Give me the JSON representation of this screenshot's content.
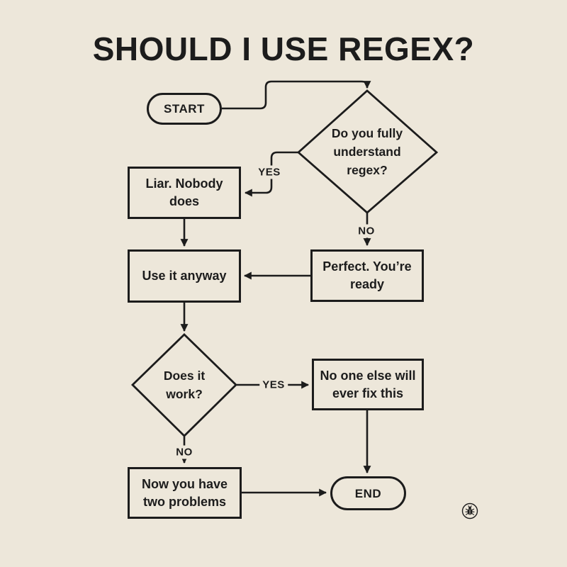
{
  "colors": {
    "background": "#EDE7DA",
    "ink": "#1C1C1C"
  },
  "title": "SHOULD I USE REGEX?",
  "nodes": {
    "start": {
      "label": "START"
    },
    "understand": {
      "lines": [
        "Do you fully",
        "understand",
        "regex?"
      ]
    },
    "liar": {
      "lines": [
        "Liar. Nobody",
        "does"
      ]
    },
    "use_anyway": {
      "lines": [
        "Use it anyway"
      ]
    },
    "perfect": {
      "lines": [
        "Perfect. You’re",
        "ready"
      ]
    },
    "does_it_work": {
      "lines": [
        "Does it",
        "work?"
      ]
    },
    "no_one_fix": {
      "lines": [
        "No one else will",
        "ever fix this"
      ]
    },
    "two_problems": {
      "lines": [
        "Now you have",
        "two problems"
      ]
    },
    "end": {
      "label": "END"
    }
  },
  "edge_labels": {
    "yes1": "YES",
    "no1": "NO",
    "yes2": "YES",
    "no2": "NO"
  },
  "watermark": {
    "icon": "bug-logo"
  }
}
